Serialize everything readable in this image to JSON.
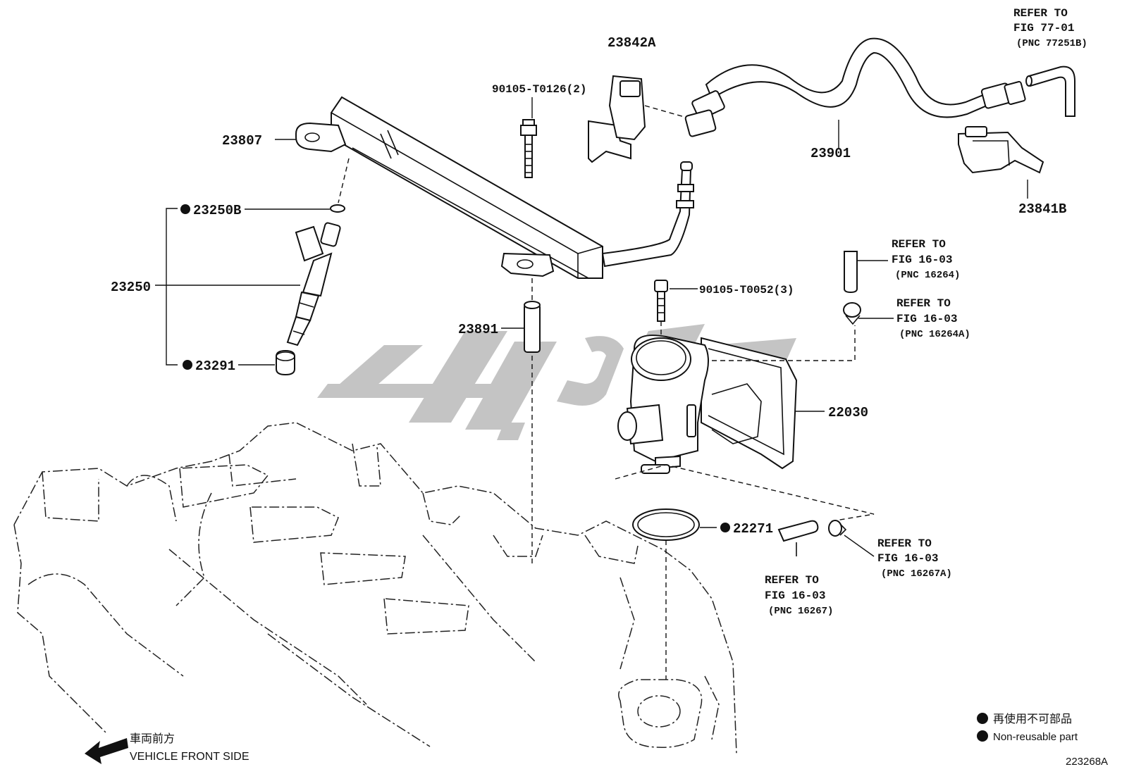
{
  "callouts": {
    "p23807": "23807",
    "p23842a": "23842A",
    "p90105_t0126": "90105-T0126(2)",
    "p23901": "23901",
    "p23841b": "23841B",
    "p23250b": "23250B",
    "p23250": "23250",
    "p23291": "23291",
    "p23891": "23891",
    "p90105_t0052": "90105-T0052(3)",
    "p22030": "22030",
    "p22271": "22271"
  },
  "references": {
    "ref_77_01": {
      "line1": "REFER TO",
      "line2": "FIG 77-01",
      "line3": "(PNC 77251B)"
    },
    "ref_16264": {
      "line1": "REFER TO",
      "line2": "FIG 16-03",
      "line3": "(PNC 16264)"
    },
    "ref_16264a": {
      "line1": "REFER TO",
      "line2": "FIG 16-03",
      "line3": "(PNC 16264A)"
    },
    "ref_16267a": {
      "line1": "REFER TO",
      "line2": "FIG 16-03",
      "line3": "(PNC 16267A)"
    },
    "ref_16267": {
      "line1": "REFER TO",
      "line2": "FIG 16-03",
      "line3": "(PNC 16267)"
    }
  },
  "legend": {
    "jp": "再使用不可部品",
    "en": "Non-reusable part"
  },
  "orientation": {
    "jp": "車両前方",
    "en": "VEHICLE FRONT SIDE"
  },
  "illustration_id": "223268A",
  "colors": {
    "ink": "#111111",
    "watermark": "#c4c4c4"
  }
}
